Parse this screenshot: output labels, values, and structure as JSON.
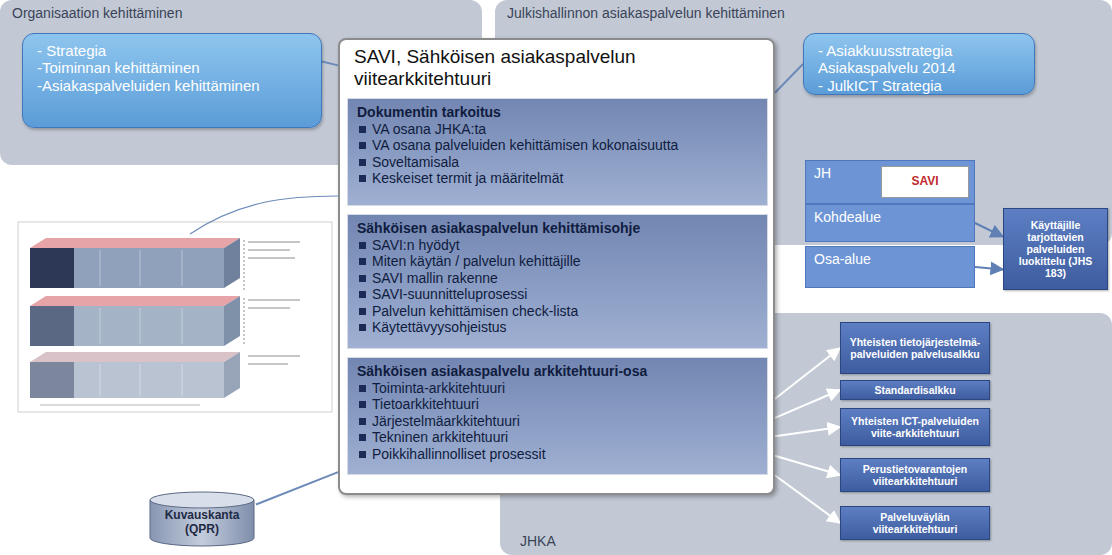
{
  "diagram": {
    "nodes": [
      {
        "text": [
          "Organisaation kehittäminen"
        ]
      },
      {
        "text": [
          "- Strategia",
          "-Toiminnan kehittäminen",
          "-Asiakaspalveluiden kehittäminen"
        ],
        "in": 0
      },
      {
        "text": [
          "Julkishallinnon asiakaspalvelun kehittäminen"
        ]
      },
      {
        "text": [
          "- Asiakkuusstrategia Asiakaspalvelu 2014",
          "- JulkICT Strategia"
        ],
        "in": 2
      },
      {
        "text": [
          "SAVI, Sähköisen asiakaspalvelun viitearkkitehtuuri"
        ]
      },
      {
        "text": [
          "Dokumentin tarkoitus",
          "VA osana JHKA:ta",
          "VA osana palveluiden kehittämisen kokonaisuutta",
          "Soveltamisala",
          "Keskeiset termit ja määritelmät"
        ],
        "in": 4
      },
      {
        "text": [
          "Sähköisen asiakaspalvelun kehittämisohje",
          "SAVI:n hyödyt",
          "Miten käytän / palvelun kehittäjille",
          "SAVI mallin rakenne",
          "SAVI-suunnitteluprosessi",
          "Palvelun kehittämisen check-lista",
          "Käytettävyysohjeistus"
        ],
        "in": 4
      },
      {
        "text": [
          "Sähköisen asiakaspalvelu arkkitehtuuri-osa",
          "Toiminta-arkkitehtuuri",
          "Tietoarkkitehtuuri",
          "Järjestelmäarkkitehtuuri",
          "Tekninen arkkitehtuuri",
          "Poikkihallinnolliset prosessit"
        ],
        "in": 4
      },
      {
        "text": [
          "JH"
        ],
        "in": 2
      },
      {
        "text": [
          "SAVI"
        ],
        "in": 8
      },
      {
        "text": [
          "Kohdealue"
        ],
        "in": 2
      },
      {
        "text": [
          "Osa-alue"
        ]
      },
      {
        "text": [
          "Käyttäjille tarjottavien palveluiden luokittelu (JHS 183)"
        ]
      },
      {
        "text": [
          "JHKA"
        ]
      },
      {
        "text": [
          "Yhteisten tietojärjestelmä-palveluiden palvelusalkku"
        ],
        "in": 13
      },
      {
        "text": [
          "Standardisalkku"
        ],
        "in": 13
      },
      {
        "text": [
          "Yhteisten ICT-palveluiden viite-arkkitehtuuri"
        ],
        "in": 13
      },
      {
        "text": [
          "Perustietovarantojen viitearkkitehtuuri"
        ],
        "in": 13
      },
      {
        "text": [
          "Palveluväylän viitearkkitehtuuri"
        ],
        "in": 13
      },
      {
        "text": [
          "Kuvauskanta (QPR)"
        ]
      }
    ],
    "edges": [
      {
        "from": 1,
        "to": 4,
        "arrow": "none"
      },
      {
        "from": 3,
        "to": 4,
        "arrow": "none"
      },
      {
        "from": 10,
        "to": 12,
        "arrow": "to"
      },
      {
        "from": 11,
        "to": 12,
        "arrow": "to"
      },
      {
        "from": 7,
        "to": 14,
        "arrow": "to"
      },
      {
        "from": 7,
        "to": 15,
        "arrow": "to"
      },
      {
        "from": 7,
        "to": 16,
        "arrow": "to"
      },
      {
        "from": 7,
        "to": 17,
        "arrow": "to"
      },
      {
        "from": 7,
        "to": 18,
        "arrow": "to"
      },
      {
        "from": 19,
        "to": 4,
        "arrow": "none"
      }
    ]
  }
}
